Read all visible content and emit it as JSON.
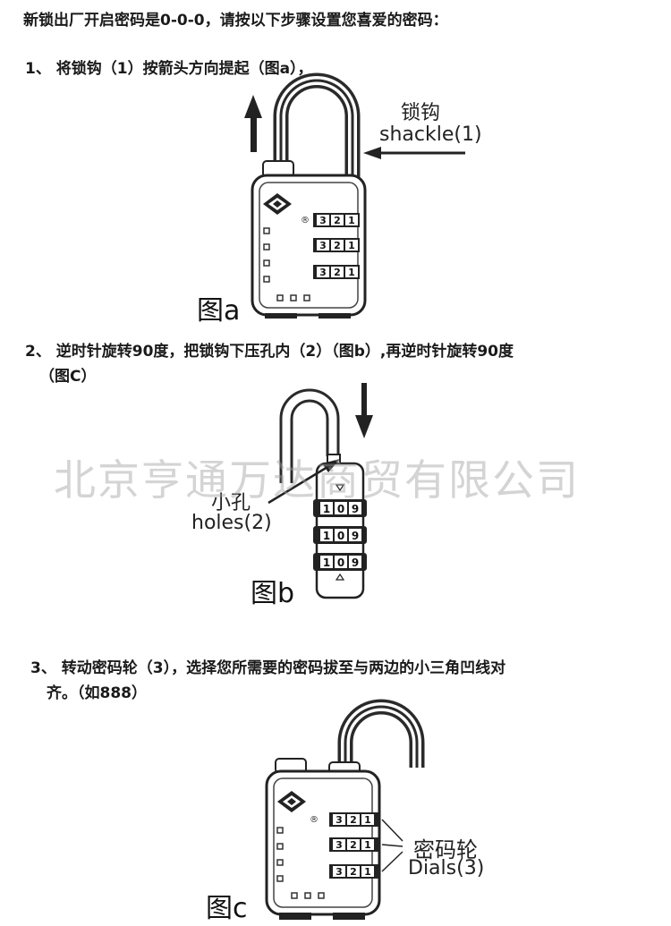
{
  "intro": "新锁出厂开启密码是0-0-0，请按以下步骤设置您喜爱的密码：",
  "step1": {
    "text": "1、 将锁钩（1）按箭头方向提起（图a），",
    "label_cn": "锁钩",
    "label_en": "shackle(1)",
    "figure": "图a",
    "dial_digits": [
      "3",
      "2",
      "1"
    ]
  },
  "step2": {
    "line1": "2、 逆时针旋转90度，把锁钩下压孔内（2）（图b）,再逆时针旋转90度",
    "line2": "（图C）",
    "label_cn": "小孔",
    "label_en": "holes(2)",
    "figure": "图b",
    "dial_digits": [
      "1",
      "0",
      "9"
    ]
  },
  "watermark": "北京亨通万达商贸有限公司",
  "step3": {
    "line1": "3、 转动密码轮（3），选择您所需要的密码拔至与两边的小三角凹线对",
    "line2": "齐。（如888）",
    "label_cn": "密码轮",
    "label_en": "Dials(3)",
    "figure": "图c",
    "dial_digits": [
      "3",
      "2",
      "1"
    ]
  }
}
